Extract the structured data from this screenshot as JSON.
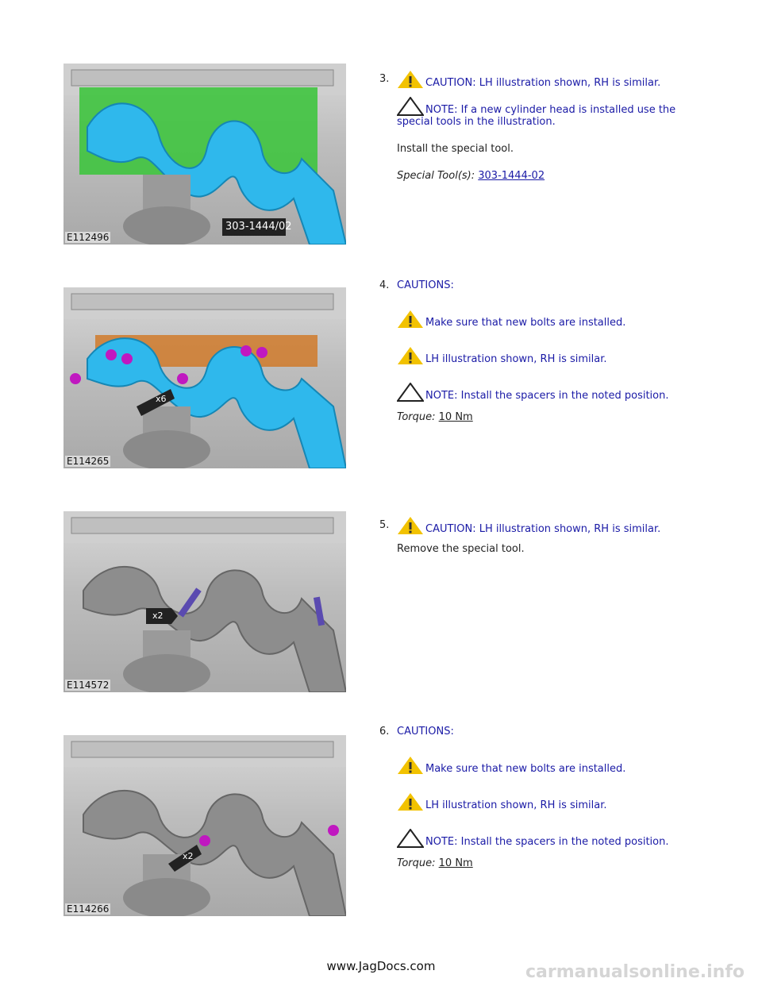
{
  "steps": [
    {
      "number": "3.",
      "figure_id": "E112496",
      "callout": "303-1444/02",
      "caution": "CAUTION: LH illustration shown, RH is similar.",
      "note": "NOTE: If a new cylinder head is installed use the special tools in the illustration.",
      "instruction": "Install the special tool.",
      "tool_label": "Special Tool(s):",
      "tool_value": "303-1444-02"
    },
    {
      "number": "4.",
      "figure_id": "E114265",
      "callout": "x6",
      "heading": "CAUTIONS:",
      "caution_1": "Make sure that new bolts are installed.",
      "caution_2": "LH illustration shown, RH is similar.",
      "note": "NOTE: Install the spacers in the noted position.",
      "torque_label": "Torque:",
      "torque_value": "10 Nm"
    },
    {
      "number": "5.",
      "figure_id": "E114572",
      "callout": "x2",
      "caution": "CAUTION: LH illustration shown, RH is similar.",
      "instruction": "Remove the special tool."
    },
    {
      "number": "6.",
      "figure_id": "E114266",
      "callout": "x2",
      "heading": "CAUTIONS:",
      "caution_1": "Make sure that new bolts are installed.",
      "caution_2": "LH illustration shown, RH is similar.",
      "note": "NOTE: Install the spacers in the noted position.",
      "torque_label": "Torque:",
      "torque_value": "10 Nm"
    }
  ],
  "footer": "www.JagDocs.com",
  "watermark": "carmanualsonline.info",
  "colors": {
    "text_blue": "#1a1aa6",
    "warning_yellow": "#f2c200",
    "manifold_blue": "#2fb8ec",
    "manifold_grey": "#8d8d8d",
    "gasket_green": "#3fc43f",
    "bolt_magenta": "#c018c0"
  }
}
